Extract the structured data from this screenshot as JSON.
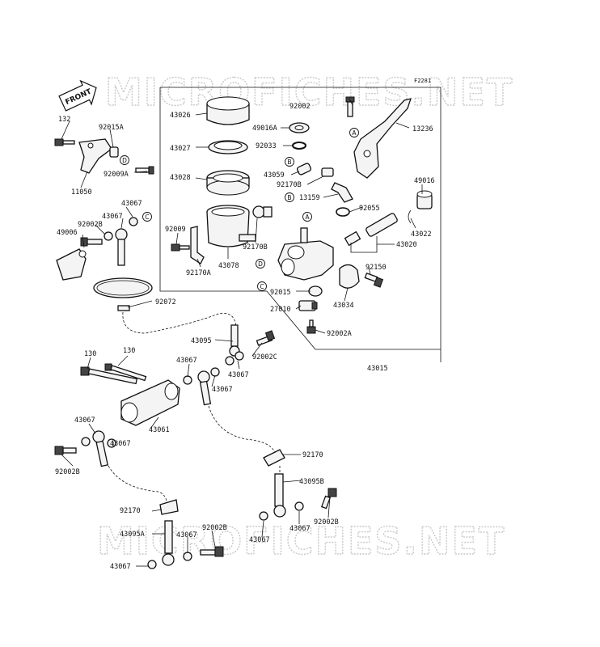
{
  "diagram_code": "F2281",
  "front_label": "FRONT",
  "watermark": "MICROFICHES.NET",
  "parts": {
    "p132": "132",
    "p92015A": "92015A",
    "p11050": "11050",
    "p92009A": "92009A",
    "p43067_a": "43067",
    "p43067_b": "43067",
    "p92002B_a": "92002B",
    "p49006": "49006",
    "p92072": "92072",
    "p43026": "43026",
    "p43027": "43027",
    "p43028": "43028",
    "p92009": "92009",
    "p92170A": "92170A",
    "p43078": "43078",
    "p92170B_a": "92170B",
    "p49016A": "49016A",
    "p92033": "92033",
    "p43059": "43059",
    "p92170B_b": "92170B",
    "p13159": "13159",
    "p92002_top": "92002",
    "p13236": "13236",
    "p49016": "49016",
    "p92055": "92055",
    "p43022": "43022",
    "p43020": "43020",
    "p92150": "92150",
    "p92015": "92015",
    "p27010": "27010",
    "p43034": "43034",
    "p92002A": "92002A",
    "p43015": "43015",
    "p43095": "43095",
    "p92002C": "92002C",
    "p43067_c": "43067",
    "p43067_d": "43067",
    "p43067_e": "43067",
    "p130_a": "130",
    "p130_b": "130",
    "p43061": "43061",
    "p43067_f": "43067",
    "p43067_g": "43067",
    "p92002B_b": "92002B",
    "p92170_a": "92170",
    "p43095B": "43095B",
    "p92002B_c": "92002B",
    "p43067_h": "43067",
    "p43067_i": "43067",
    "p92170_b": "92170",
    "p43095A": "43095A",
    "p43067_j": "43067",
    "p92002B_d": "92002B",
    "p43067_k": "43067"
  },
  "callouts": {
    "A": "A",
    "B": "B",
    "C": "C",
    "D": "D"
  }
}
